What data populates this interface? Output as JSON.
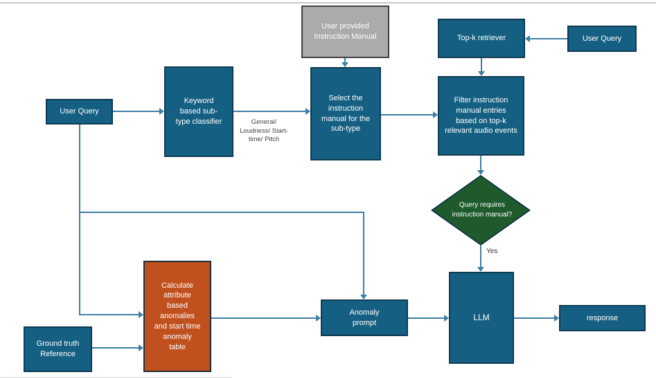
{
  "diagram": {
    "nodes": {
      "user_provided_manual": {
        "label": "User provided Instruction Manual"
      },
      "top_k_retriever": {
        "label": "Top-k retriever"
      },
      "user_query_top": {
        "label": "User Query"
      },
      "user_query_left": {
        "label": "User Query"
      },
      "keyword_classifier": {
        "label": "Keyword based sub-type classifier"
      },
      "select_manual": {
        "label": "Select the instruction manual for the sub-type"
      },
      "filter_entries": {
        "label": "Filter instruction manual entries based on top-k relevant audio events"
      },
      "decision": {
        "label": "Query requires instruction manual?"
      },
      "calculate_anomalies": {
        "label": "Calculate attribute based anomalies and start time anomaly table"
      },
      "ground_truth": {
        "label": "Ground truth Reference"
      },
      "anomaly_prompt": {
        "label": "Anomaly prompt"
      },
      "llm": {
        "label": "LLM"
      },
      "response": {
        "label": "response"
      }
    },
    "edge_labels": {
      "classifier_subtypes": "General/ Loudness/ Start-time/ Pitch",
      "decision_yes": "Yes"
    },
    "colors": {
      "process_fill": "#156082",
      "process_border": "#0e3a53",
      "manual_fill": "#ababab",
      "calculation_fill": "#c0501e",
      "decision_fill": "#1e5a2c",
      "connector": "#3c7ea6",
      "node_text": "#ffffff",
      "label_text": "#404040"
    }
  }
}
